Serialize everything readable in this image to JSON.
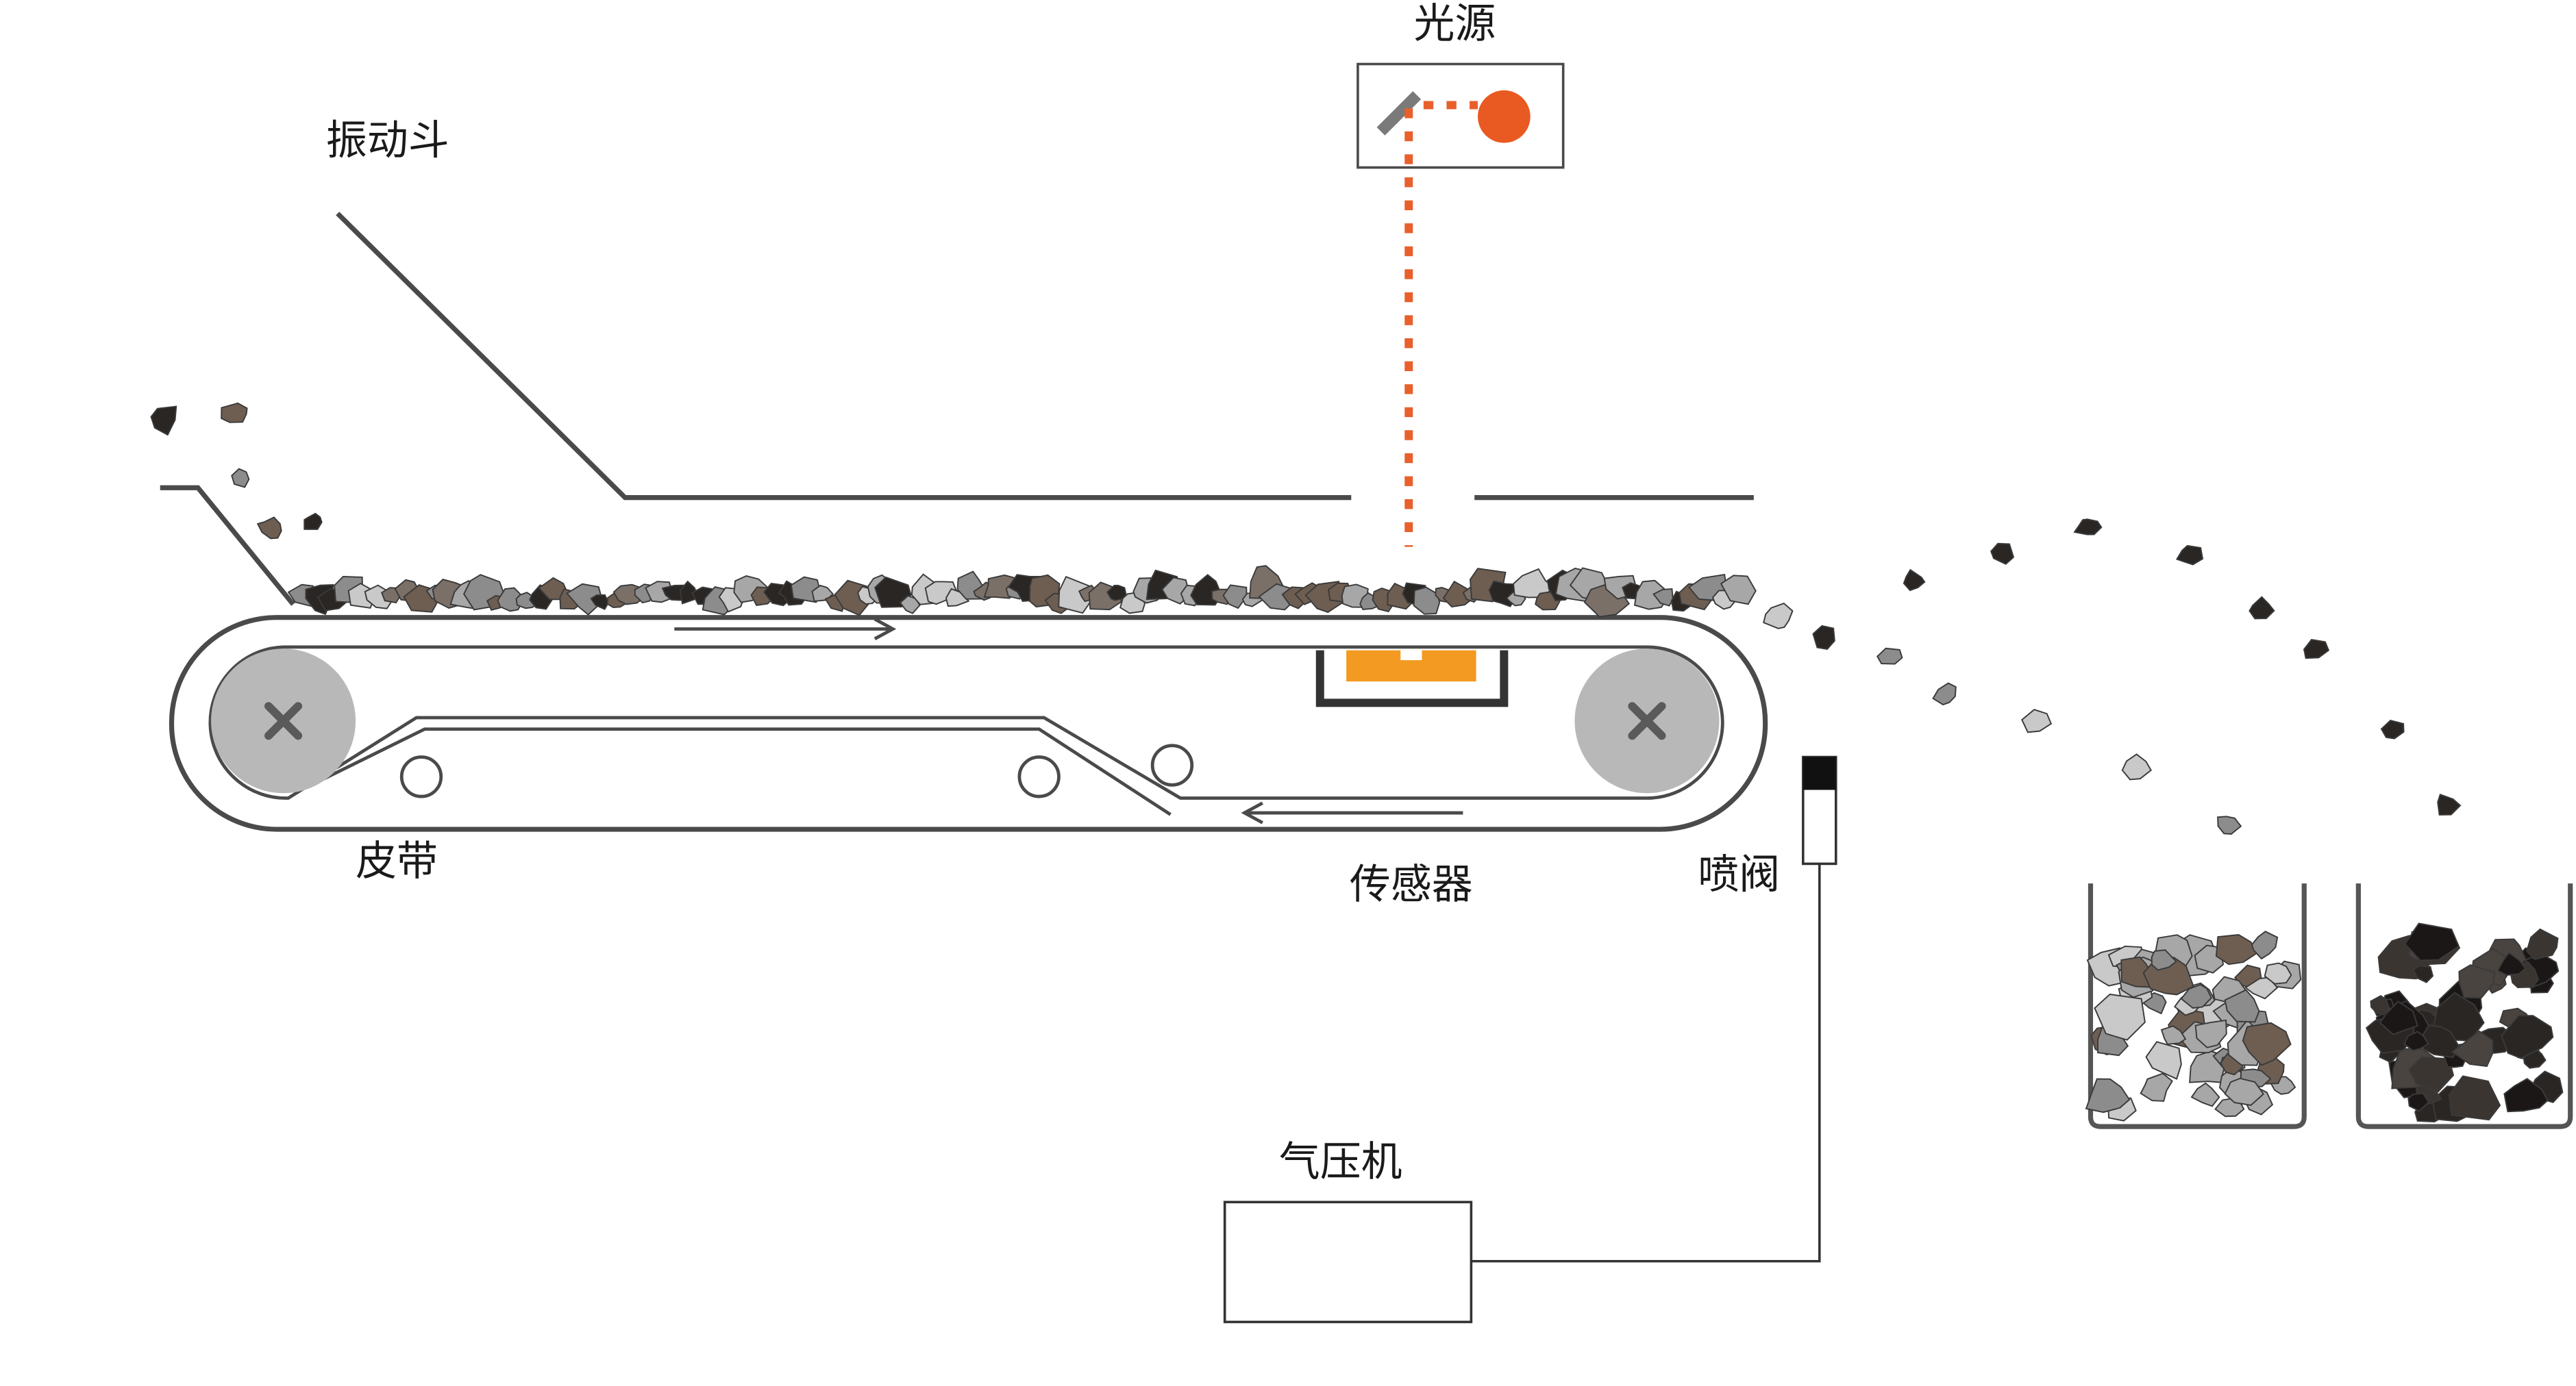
{
  "labels": {
    "hopper": "振动斗",
    "light_source": "光源",
    "belt": "皮带",
    "sensor": "传感器",
    "valve": "喷阀",
    "compressor": "气压机"
  },
  "colors": {
    "line": "#4a4a4a",
    "belt_fill": "#ffffff",
    "pulley": "#b8b8b8",
    "pulley_mark": "#5a5a5a",
    "beam": "#e8602c",
    "lamp": "#e95a22",
    "sensor_body": "#f39a22",
    "valve_cap": "#111111",
    "rock_gray": "#8c8c8c",
    "rock_light": "#c9c9c9",
    "rock_brown": "#6e5e52",
    "rock_dark": "#2a2624"
  },
  "icons": {
    "pulley": "x-mark-icon",
    "mirror": "mirror-icon",
    "lamp": "lamp-dot-icon"
  }
}
